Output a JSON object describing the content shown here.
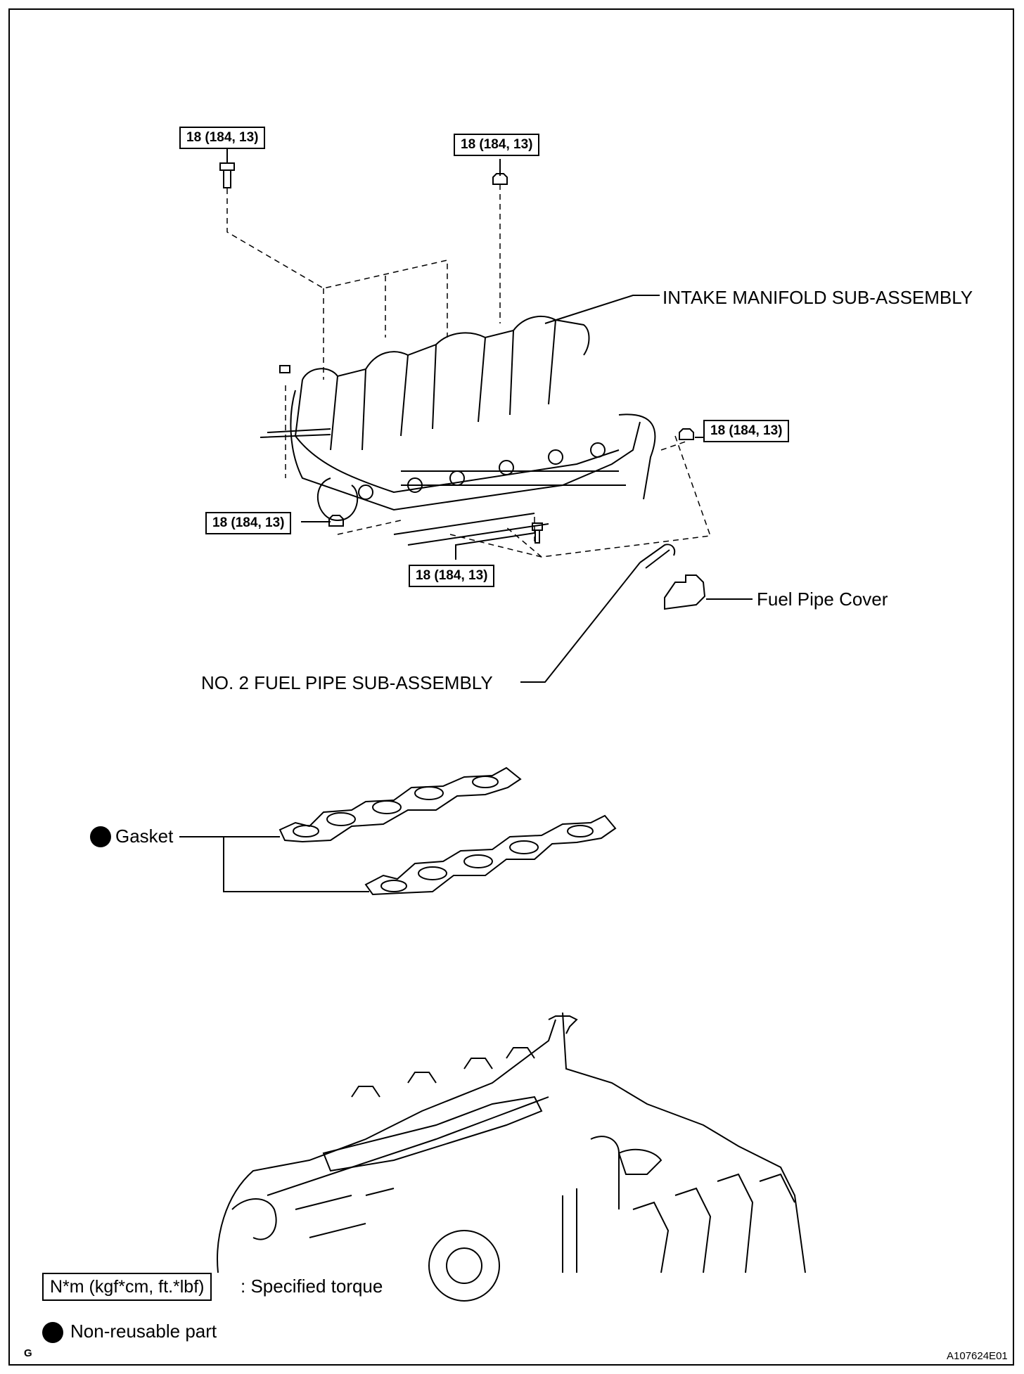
{
  "torque_labels": {
    "t1": "18 (184, 13)",
    "t2": "18 (184, 13)",
    "t3": "18 (184, 13)",
    "t4": "18 (184, 13)",
    "t5": "18 (184, 13)"
  },
  "parts": {
    "intake_manifold": "INTAKE MANIFOLD SUB-ASSEMBLY",
    "fuel_pipe_cover": "Fuel Pipe Cover",
    "no2_fuel_pipe": "NO. 2 FUEL PIPE SUB-ASSEMBLY",
    "gasket": "Gasket"
  },
  "legend": {
    "torque_box": "N*m (kgf*cm, ft.*lbf)",
    "torque_text": ": Specified torque",
    "nonreusable_text": "Non-reusable part"
  },
  "footer": {
    "left_code": "G",
    "figure_id": "A107624E01"
  },
  "colors": {
    "line": "#000000",
    "background": "#ffffff"
  }
}
